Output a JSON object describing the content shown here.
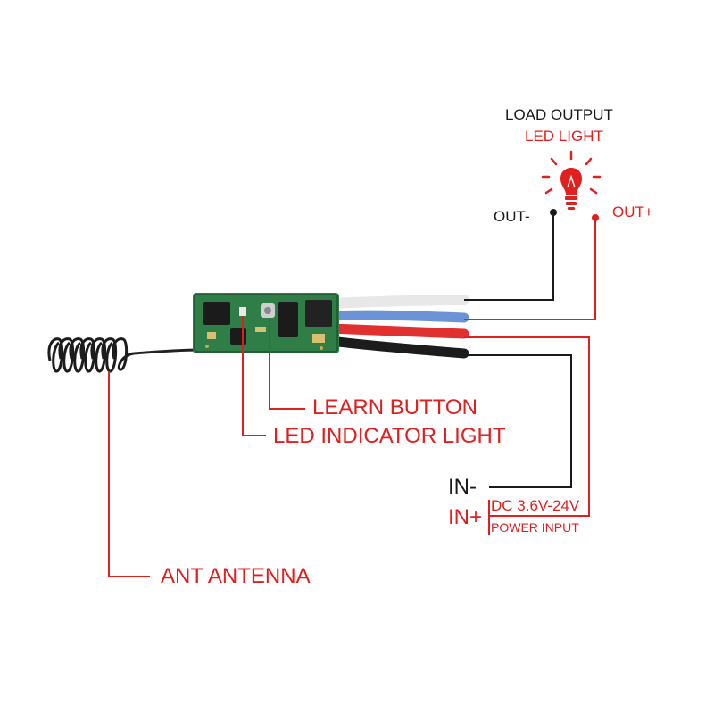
{
  "colors": {
    "accent_red": "#e01f1f",
    "dark": "#1a1a1a",
    "pcb_green": "#2f7d47"
  },
  "icons": {
    "bulb": "light-bulb-icon"
  },
  "load": {
    "title": "LOAD OUTPUT",
    "subtitle": "LED LIGHT",
    "out_minus": "OUT-",
    "out_plus": "OUT+"
  },
  "callouts": {
    "learn_button": "LEARN BUTTON",
    "led_indicator": "LED INDICATOR LIGHT",
    "antenna": "ANT ANTENNA"
  },
  "power": {
    "in_minus": "IN-",
    "in_plus": "IN+",
    "voltage": "DC 3.6V-24V",
    "input_label": "POWER INPUT"
  }
}
